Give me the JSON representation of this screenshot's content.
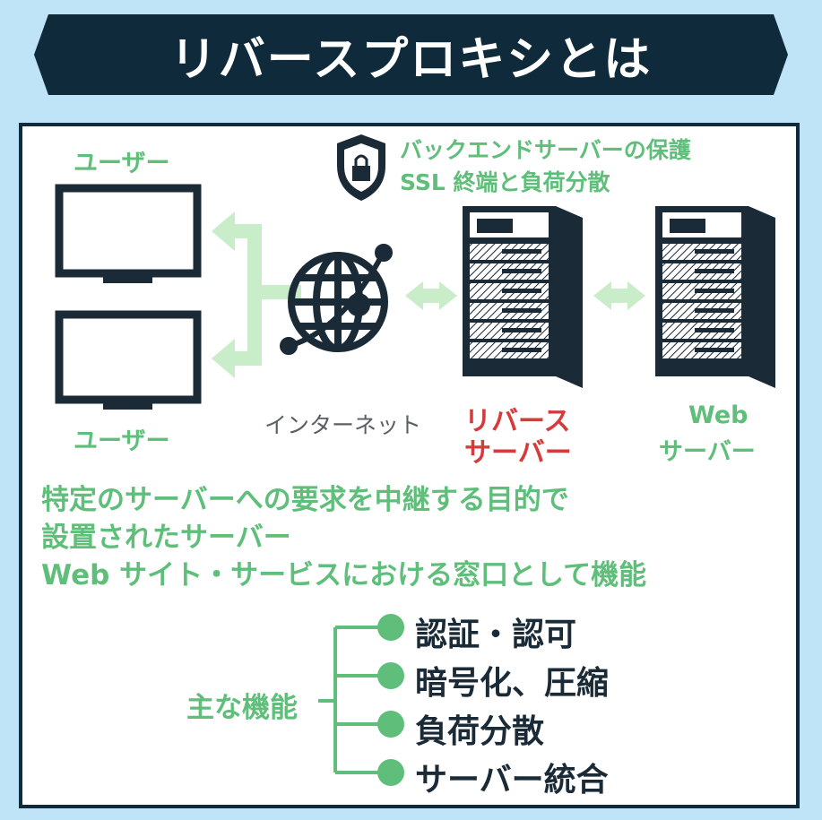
{
  "title": "リバースプロキシとは",
  "diagram": {
    "user_top_label": "ユーザー",
    "user_bottom_label": "ユーザー",
    "internet_label": "インターネット",
    "reverse_server_label": [
      "リバース",
      "サーバー"
    ],
    "web_server_label": [
      "Web",
      "サーバー"
    ],
    "security_note": [
      "バックエンドサーバーの保護",
      "SSL 終端と負荷分散"
    ]
  },
  "description": [
    "特定のサーバーへの要求を中継する目的で",
    "設置されたサーバー",
    "Web サイト・サービスにおける窓口として機能"
  ],
  "functions": {
    "label": "主な機能",
    "items": [
      "認証・認可",
      "暗号化、圧縮",
      "負荷分散",
      "サーバー統合"
    ]
  },
  "colors": {
    "banner": "#0f2a3a",
    "green": "#5fbf7a",
    "light_green_arrow": "#c9ecc9",
    "red": "#d63a3a",
    "dark": "#1a2a36",
    "background": "#bfe3f7"
  }
}
